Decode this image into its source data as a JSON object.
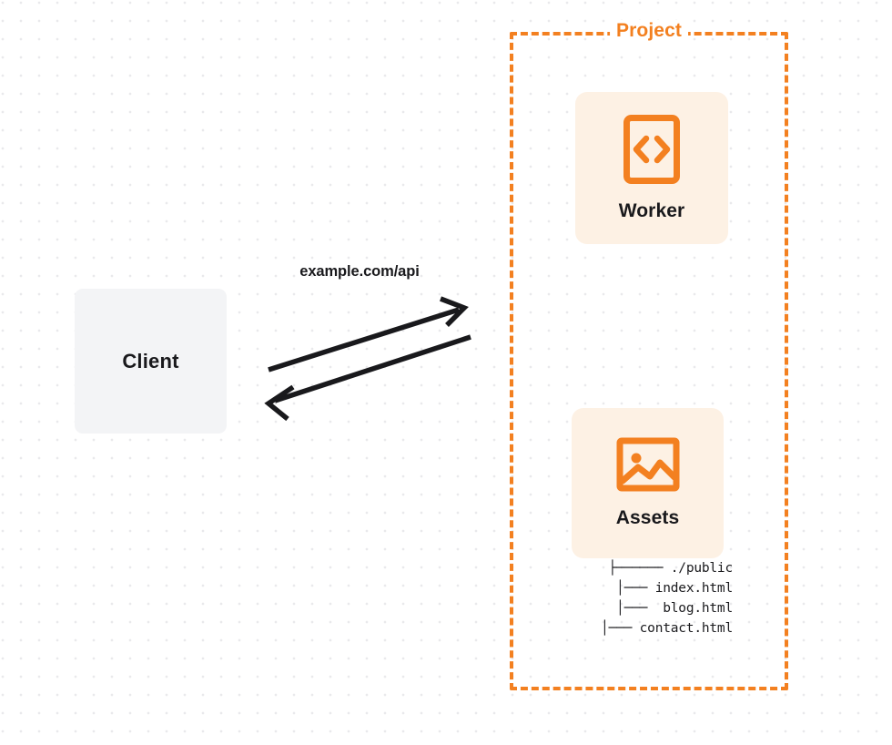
{
  "diagram": {
    "background": "dot-grid",
    "colors": {
      "accent_orange": "#f38020",
      "card_background": "#fdf1e4",
      "client_background": "#f3f4f6",
      "text": "#19191c",
      "grid_dot": "#e9e9ec"
    }
  },
  "client": {
    "label": "Client"
  },
  "connector": {
    "label": "example.com/api",
    "direction": "bidirectional"
  },
  "project": {
    "title": "Project",
    "border_style": "dashed",
    "services": [
      {
        "name": "Worker",
        "icon": "code-brackets-icon"
      },
      {
        "name": "Assets",
        "icon": "image-icon"
      }
    ],
    "assets_tree": [
      "├────── ./public",
      "│─── index.html",
      "│───  blog.html",
      "│─── contact.html"
    ]
  }
}
